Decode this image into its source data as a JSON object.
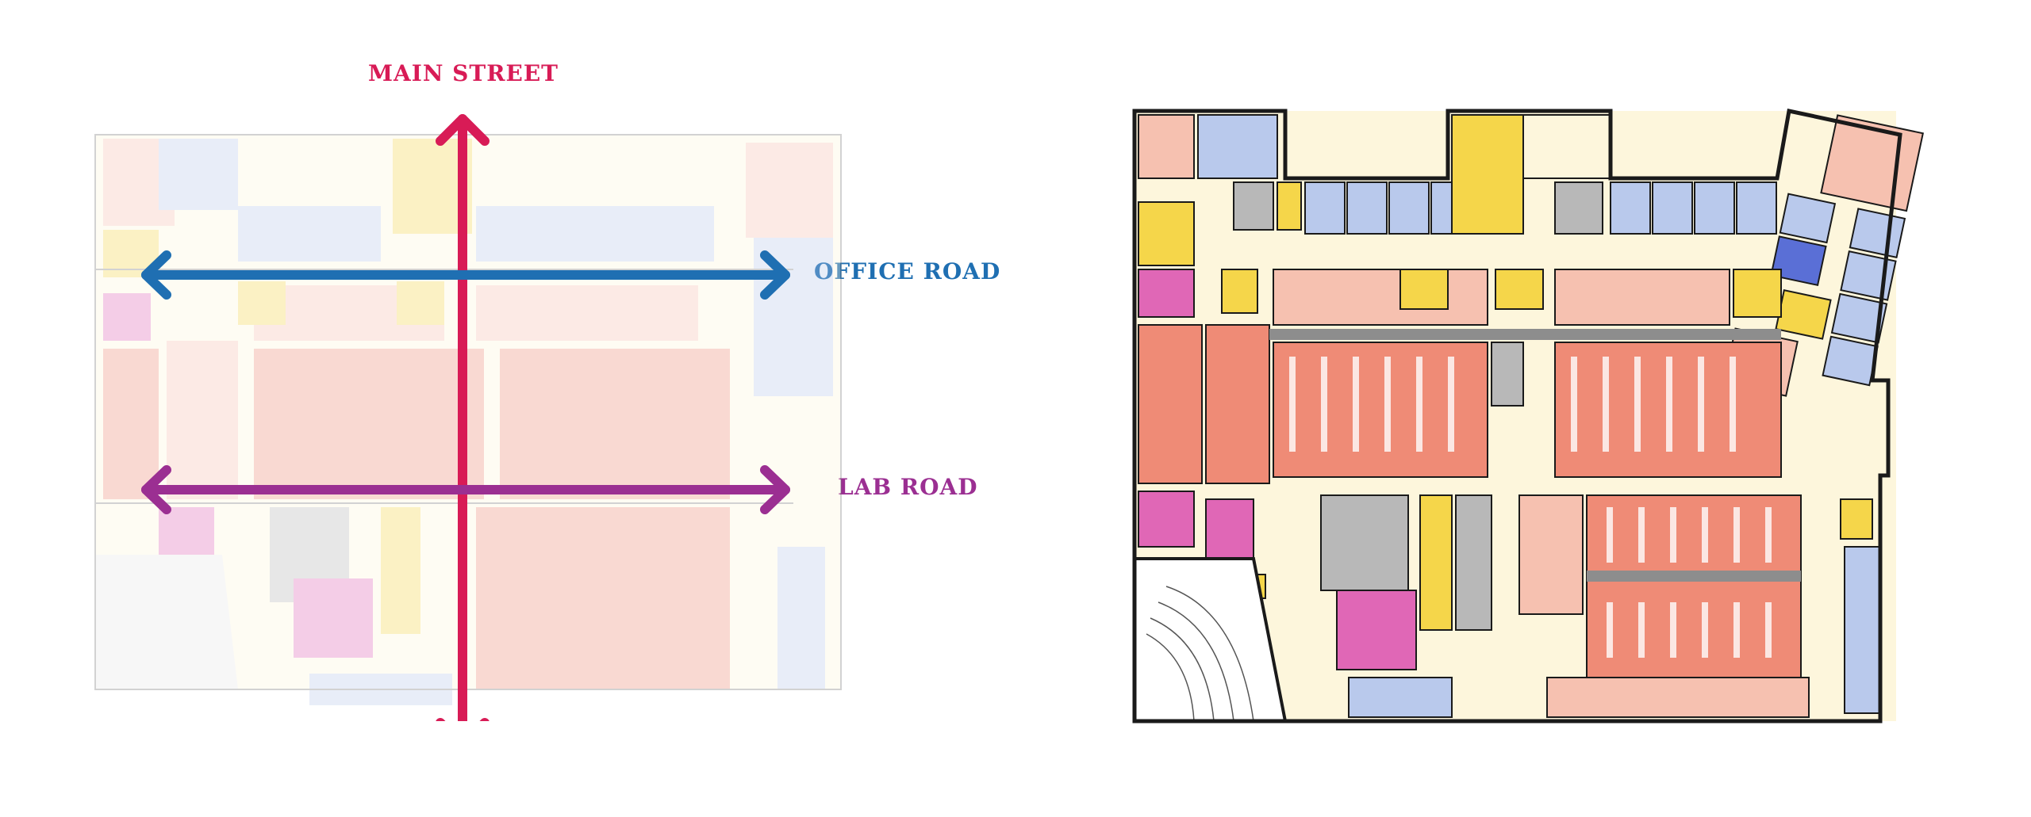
{
  "labels": {
    "main_street": "MAIN STREET",
    "office_road": "OFFICE ROAD",
    "lab_road": "LAB ROAD"
  },
  "colors": {
    "main_street": "#d81b56",
    "office_road": "#1f6fb2",
    "lab_road": "#9b2f92",
    "lab": "#ef8b76",
    "lab_light": "#f6c1b0",
    "office": "#b9c9ec",
    "support": "#f5d64a",
    "special": "#e067b6",
    "service": "#b8b8b8",
    "circulation": "#fdf6dc",
    "wall": "#1a1a1a"
  }
}
